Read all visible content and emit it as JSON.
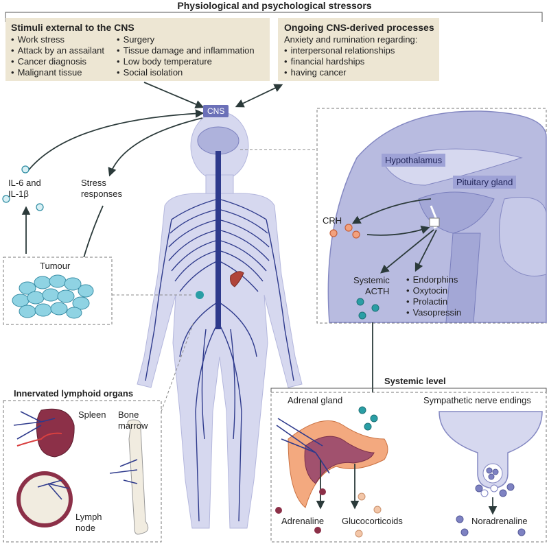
{
  "header": {
    "title": "Physiological and psychological stressors"
  },
  "external": {
    "title": "Stimuli external to the CNS",
    "col1": [
      "Work stress",
      "Attack by an assailant",
      "Cancer diagnosis",
      "Malignant tissue"
    ],
    "col2": [
      "Surgery",
      "Tissue damage and inflammation",
      "Low body temperature",
      "Social isolation"
    ]
  },
  "ongoing": {
    "title": "Ongoing CNS-derived processes",
    "intro": "Anxiety and rumination regarding:",
    "items": [
      "interpersonal relationships",
      "financial hardships",
      "having cancer"
    ]
  },
  "cns_label": "CNS",
  "left": {
    "il6": "IL-6 and",
    "il1": "IL-1β",
    "stress1": "Stress",
    "stress2": "responses",
    "tumour": "Tumour"
  },
  "brain": {
    "hypothalamus": "Hypothalamus",
    "pituitary": "Pituitary gland",
    "crh": "CRH",
    "acth1": "Systemic",
    "acth2": "ACTH",
    "hormones": [
      "Endorphins",
      "Oxytocin",
      "Prolactin",
      "Vasopressin"
    ]
  },
  "lymphoid": {
    "title": "Innervated lymphoid organs",
    "spleen": "Spleen",
    "bone1": "Bone",
    "bone2": "marrow",
    "lymph1": "Lymph",
    "lymph2": "node"
  },
  "systemic": {
    "title": "Systemic level",
    "adrenal": "Adrenal gland",
    "sympathetic": "Sympathetic nerve endings",
    "adrenaline": "Adrenaline",
    "glucocorticoids": "Glucocorticoids",
    "noradrenaline": "Noradrenaline"
  },
  "colors": {
    "beige": "#ede6d3",
    "body": "#d6d8ef",
    "nerve": "#2e3a8c",
    "brain": "#b8bbe0",
    "tumour": "#8fd3e3",
    "acth": "#2a9ea5",
    "crh": "#e07a4f",
    "adrenal": "#f3a97f",
    "noradrenaline": "#7e82c2"
  }
}
